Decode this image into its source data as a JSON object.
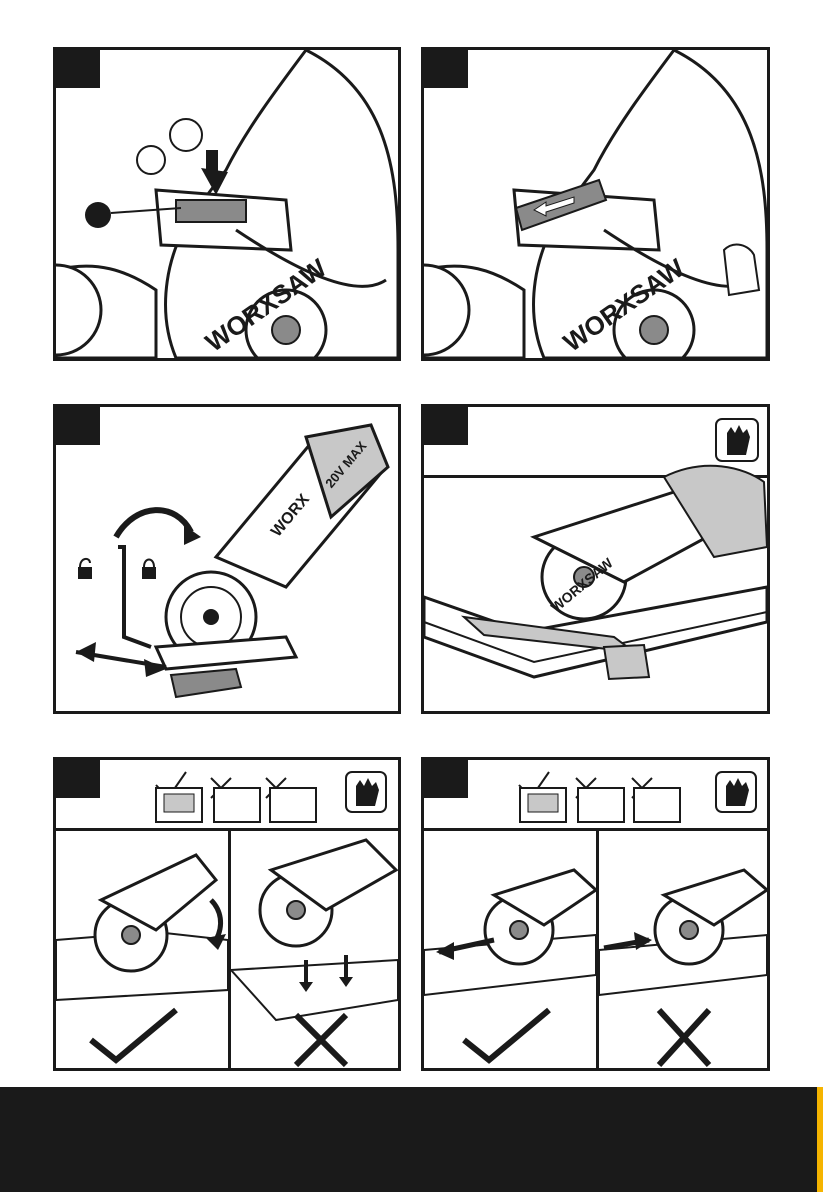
{
  "panels": [
    {
      "id": "p1",
      "brand": "WORXSAW",
      "marker": ""
    },
    {
      "id": "p2",
      "brand": "WORXSAW"
    },
    {
      "id": "p3",
      "brand": "WORX",
      "battery": "20V MAX"
    },
    {
      "id": "p4",
      "brand": "WORXSAW"
    },
    {
      "id": "p5"
    },
    {
      "id": "p6"
    }
  ],
  "colors": {
    "ink": "#1a1a1a",
    "grey": "#8a8a8a",
    "light_grey": "#c8c8c8",
    "accent": "#f5b400"
  }
}
